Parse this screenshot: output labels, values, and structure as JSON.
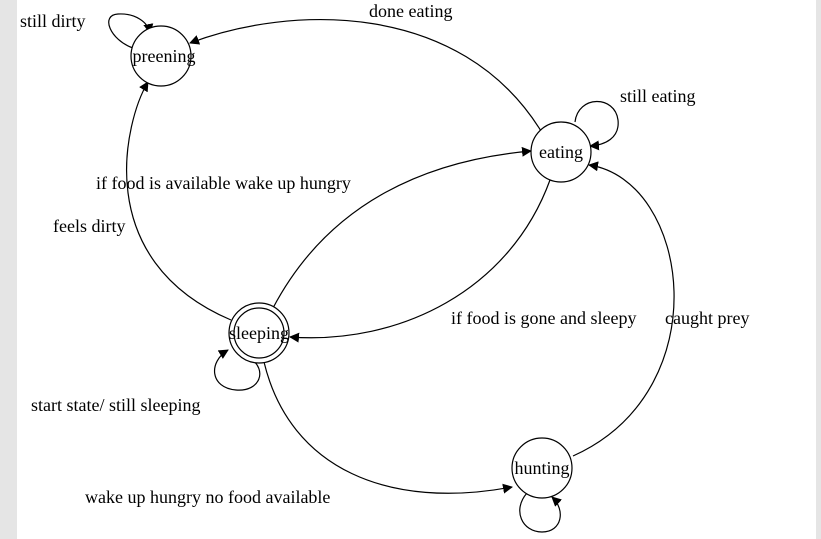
{
  "states": {
    "preening": "preening",
    "eating": "eating",
    "sleeping": "sleeping",
    "hunting": "hunting"
  },
  "transitions": {
    "still_dirty": "still dirty",
    "done_eating": "done eating",
    "still_eating": "still eating",
    "if_food_available": "if food is available wake up hungry",
    "feels_dirty": "feels dirty",
    "if_food_gone": "if food is gone and sleepy",
    "caught_prey": "caught prey",
    "start_state": "start state/ still sleeping",
    "wake_up_no_food": "wake up hungry no food available"
  },
  "start_state": "sleeping"
}
